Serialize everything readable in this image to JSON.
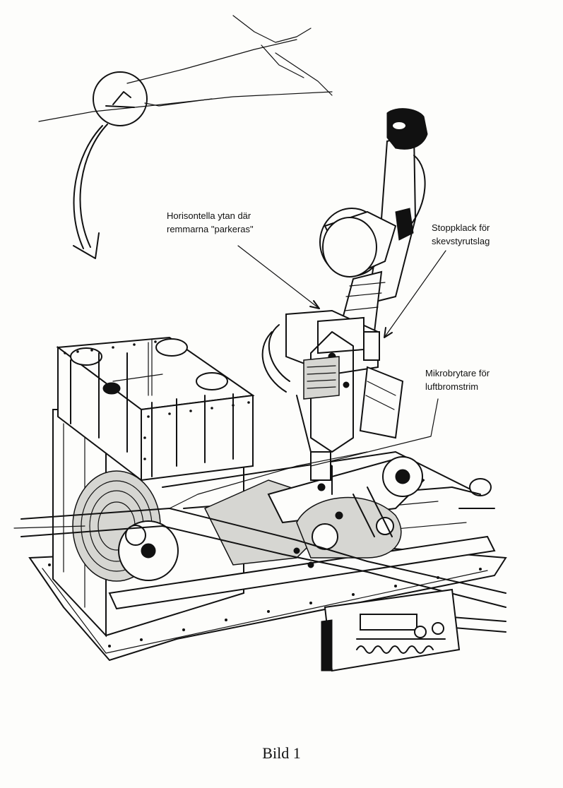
{
  "annotations": {
    "horizontal_surface": "Horisontella ytan där\nremmarna \"parkeras\"",
    "stop_lug": "Stoppklack för\nskevstyrutslag",
    "micro_switch": "Mikrobrytare för\nluftbromstrim"
  },
  "caption": "Bild 1"
}
